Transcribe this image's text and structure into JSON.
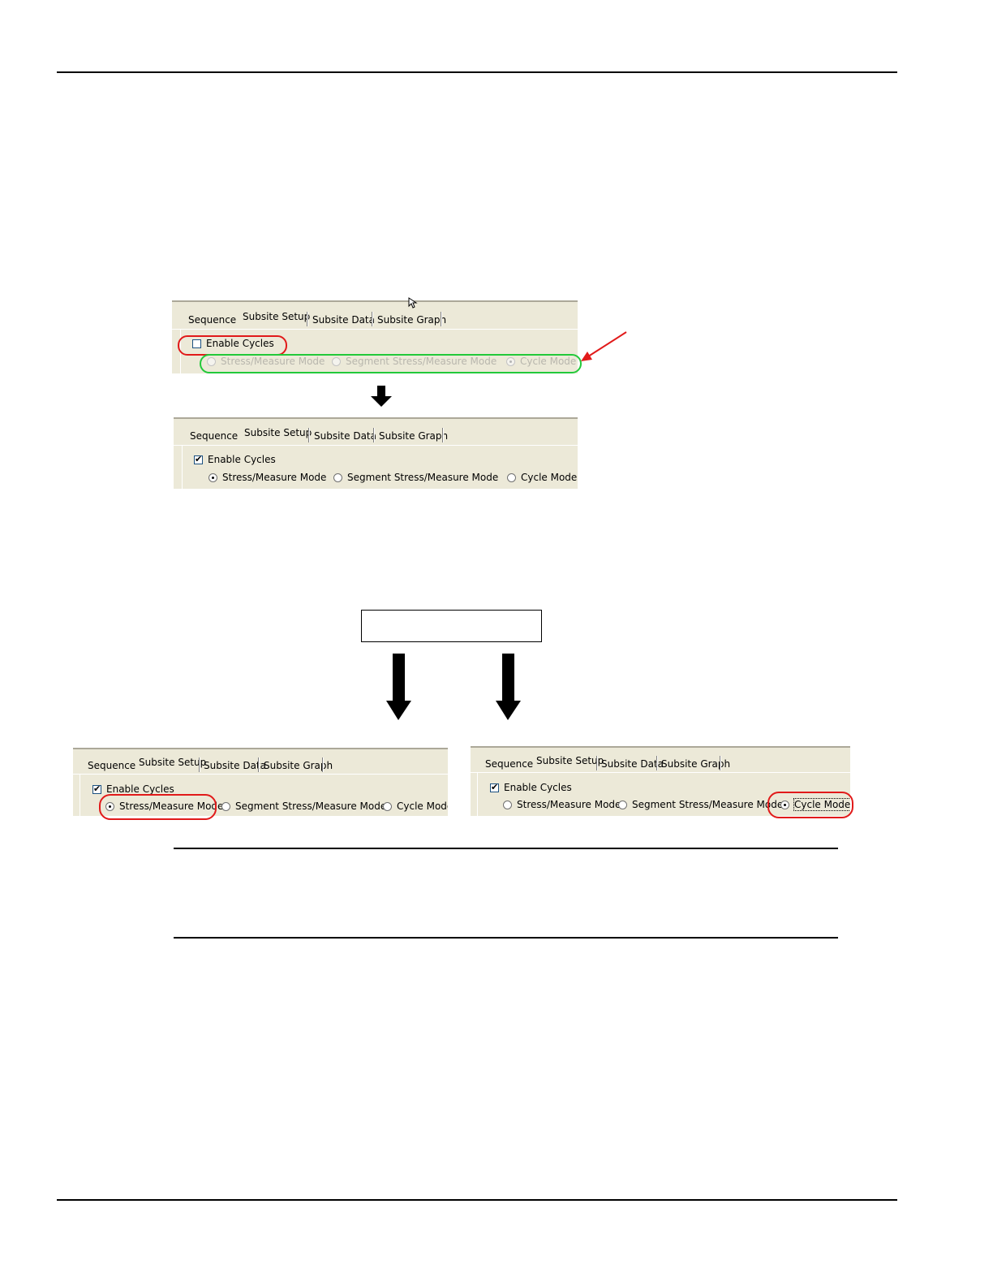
{
  "panel_top": {
    "tabs": [
      "Sequence",
      "Subsite Setup",
      "Subsite Data",
      "Subsite Graph"
    ],
    "checkbox_label": "Enable Cycles",
    "checked": false,
    "radios": [
      "Stress/Measure Mode",
      "Segment Stress/Measure Mode",
      "Cycle Mode"
    ],
    "selected_radio": 2,
    "disabled": true
  },
  "panel_middle": {
    "tabs": [
      "Sequence",
      "Subsite Setup",
      "Subsite Data",
      "Subsite Graph"
    ],
    "checkbox_label": "Enable Cycles",
    "checked": true,
    "radios": [
      "Stress/Measure Mode",
      "Segment Stress/Measure Mode",
      "Cycle Mode"
    ],
    "selected_radio": 0,
    "disabled": false
  },
  "panel_bottom_left": {
    "tabs": [
      "Sequence",
      "Subsite Setup",
      "Subsite Data",
      "Subsite Graph"
    ],
    "checkbox_label": "Enable Cycles",
    "checked": true,
    "radios": [
      "Stress/Measure Mode",
      "Segment Stress/Measure Mode",
      "Cycle Mode"
    ],
    "selected_radio": 0,
    "disabled": false
  },
  "panel_bottom_right": {
    "tabs": [
      "Sequence",
      "Subsite Setup",
      "Subsite Data",
      "Subsite Graph"
    ],
    "checkbox_label": "Enable Cycles",
    "checked": true,
    "radios": [
      "Stress/Measure Mode",
      "Segment Stress/Measure Mode",
      "Cycle Mode"
    ],
    "selected_radio": 2,
    "disabled": false
  },
  "colors": {
    "highlight_red": "#e11a1a",
    "highlight_green": "#22c93a",
    "panel_background": "#ece9d8"
  },
  "icons": [
    "mouse-cursor-icon",
    "down-arrow-icon",
    "red-pointer-arrow-icon"
  ]
}
